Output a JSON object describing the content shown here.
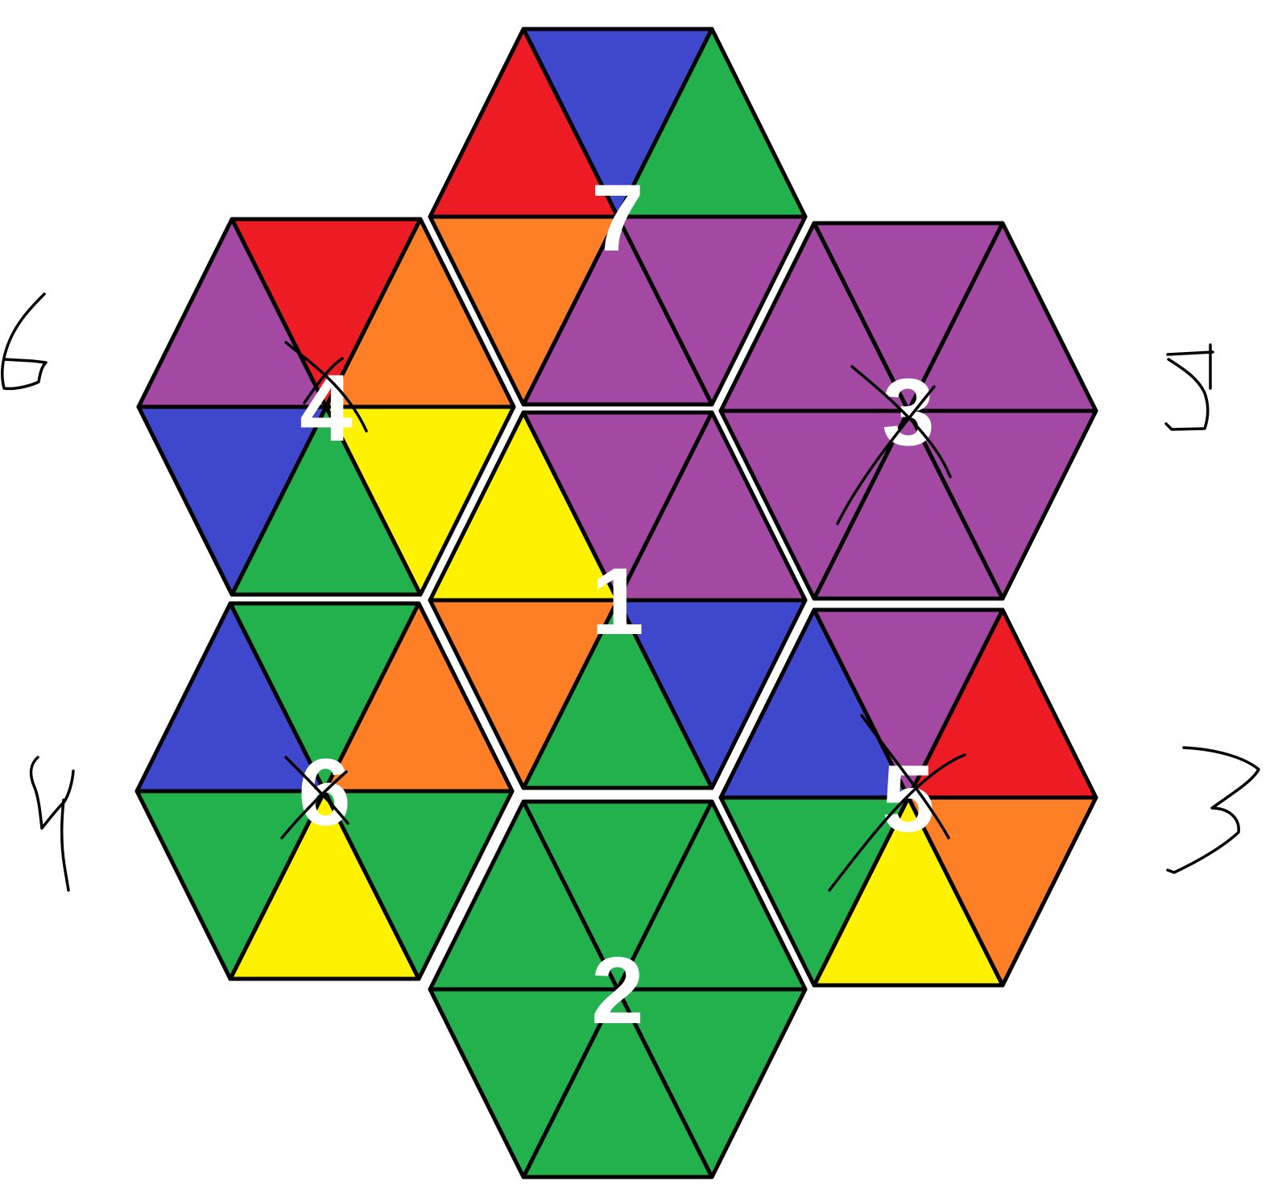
{
  "colors": {
    "red": "#ED1C24",
    "blue": "#3F48CC",
    "green": "#22B14C",
    "purple": "#A349A4",
    "orange": "#FF7F27",
    "yellow": "#FFF200",
    "outline": "#000000",
    "label": "#FFFFFF"
  },
  "hexes": [
    {
      "label": "7",
      "crossed": false,
      "triangles": [
        "blue",
        "green",
        "purple",
        "purple",
        "orange",
        "red"
      ]
    },
    {
      "label": "4",
      "crossed": true,
      "triangles": [
        "red",
        "orange",
        "yellow",
        "green",
        "blue",
        "purple"
      ]
    },
    {
      "label": "3",
      "crossed": true,
      "triangles": [
        "purple",
        "purple",
        "purple",
        "purple",
        "purple",
        "purple"
      ]
    },
    {
      "label": "1",
      "crossed": false,
      "triangles": [
        "purple",
        "purple",
        "blue",
        "green",
        "orange",
        "yellow"
      ]
    },
    {
      "label": "6",
      "crossed": true,
      "triangles": [
        "green",
        "orange",
        "green",
        "yellow",
        "green",
        "blue"
      ]
    },
    {
      "label": "5",
      "crossed": true,
      "triangles": [
        "purple",
        "red",
        "orange",
        "yellow",
        "green",
        "blue"
      ]
    },
    {
      "label": "2",
      "crossed": false,
      "triangles": [
        "green",
        "green",
        "green",
        "green",
        "green",
        "green"
      ]
    }
  ],
  "triangle_order": [
    "top",
    "upper-right",
    "lower-right",
    "bottom",
    "lower-left",
    "upper-left"
  ],
  "handwritten_labels": [
    {
      "text": "6",
      "beside_hex": "4"
    },
    {
      "text": "5",
      "beside_hex": "3"
    },
    {
      "text": "4",
      "beside_hex": "6"
    },
    {
      "text": "3",
      "beside_hex": "5"
    }
  ]
}
